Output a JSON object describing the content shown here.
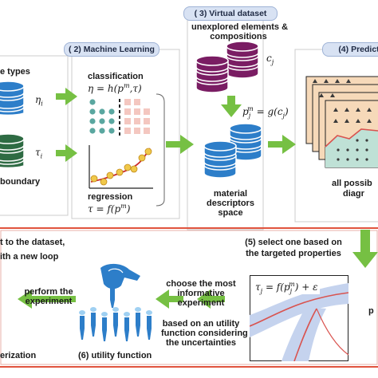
{
  "sections": {
    "virtual_dataset": "( 3) Virtual dataset",
    "machine_learning": "( 2) Machine Learning",
    "predict": "(4) Predict"
  },
  "left": {
    "types_label": "e types",
    "eta_i": "η",
    "eta_sub": "i",
    "tau_i": "τ",
    "tau_sub": "i",
    "boundary_label": "boundary"
  },
  "ml": {
    "classification_label": "classification",
    "classification_eq": "η = h(p",
    "classification_eq_sup": "m",
    "classification_eq_end": ",τ)",
    "regression_label": "regression",
    "regression_eq": "τ = f(p",
    "regression_eq_sup": "m",
    "regression_eq_end": ")"
  },
  "virtual": {
    "title_line1": "unexplored elements &",
    "title_line2": "compositions",
    "c_j": "c",
    "c_sub": "j",
    "desc_eq": "p",
    "desc_eq_sub": "j",
    "desc_eq_sup": "m",
    "desc_eq_end": " = g(c",
    "desc_eq_end_sub": "j",
    "desc_eq_close": ")",
    "space_line1": "material",
    "space_line2": "descriptors",
    "space_line3": "space"
  },
  "predict": {
    "all_possible": "all possib",
    "diagram": "diagr"
  },
  "bottom": {
    "add_line1": "t to the dataset,",
    "add_line2": "ith a new loop",
    "select_line1": "(5) select one based on",
    "select_line2": "the targeted properties",
    "tau_eq": "τ",
    "tau_eq_sub": "j",
    "tau_eq_mid": " = f(p",
    "tau_eq_sub2": "j",
    "tau_eq_sup": "m",
    "tau_eq_end": ") + ε",
    "p_fragment": "p",
    "choose_line1": "choose the most",
    "choose_line2": "informative",
    "choose_line3": "experiment",
    "utility_line1": "based on an utility",
    "utility_line2": "function considering",
    "utility_line3": "the uncertainties",
    "perform_line1": "perform the",
    "perform_line2": "experiment",
    "utility_function": "(6) utility function",
    "characterization": "erization"
  },
  "colors": {
    "arrow_green": "#76c043",
    "blue_stack": "#2d7ec9",
    "green_stack": "#2e6b43",
    "purple_stack": "#7a1d63",
    "teal_dot": "#5aa7a0",
    "pink_sq": "#f4c7c0",
    "panel_border": "#bfbfbf",
    "loop_red": "#d9534f"
  }
}
